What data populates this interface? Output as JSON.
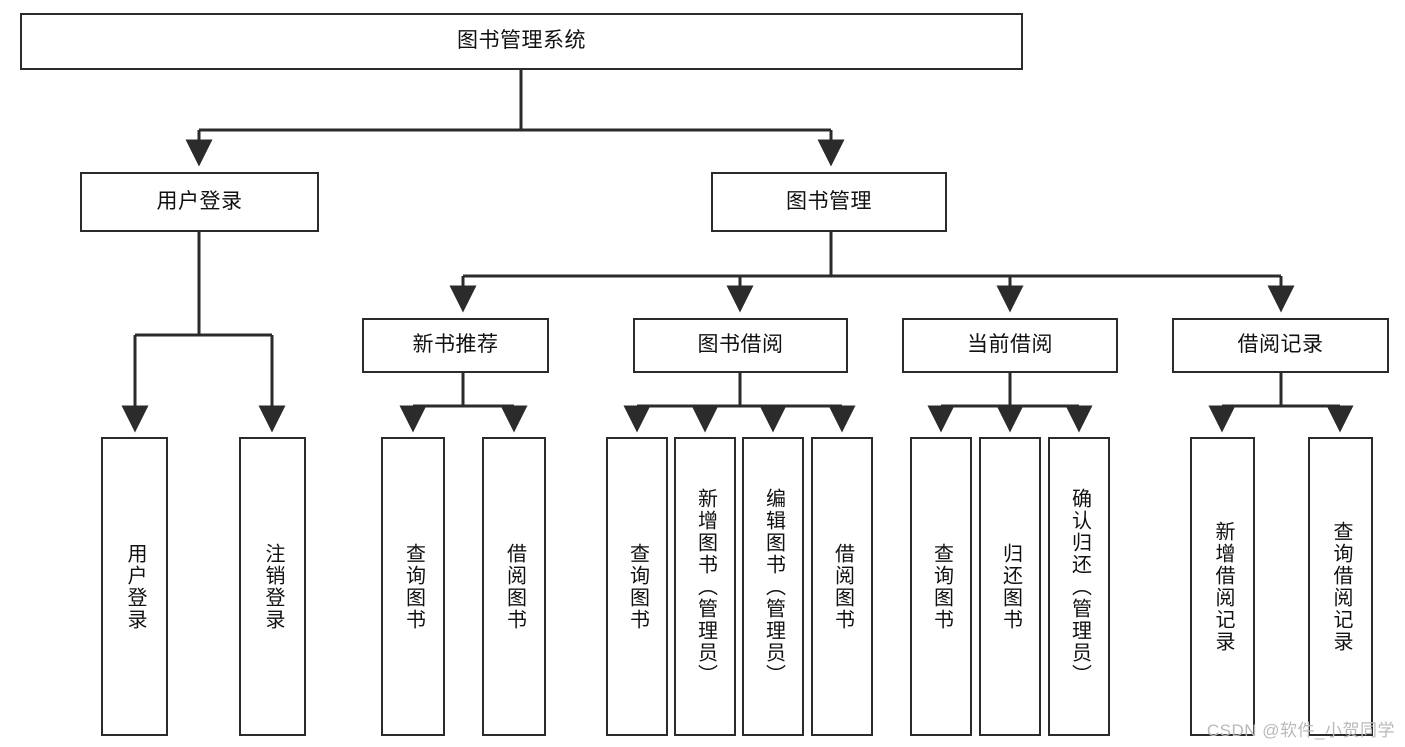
{
  "diagram": {
    "title": "图书管理系统",
    "type": "功能结构图",
    "background_color": "#ffffff",
    "line_color": "#2b2b2b",
    "box_border_color": "#2b2b2b",
    "text_color": "#111111"
  },
  "nodes": {
    "root": {
      "label": "图书管理系统"
    },
    "level2": [
      {
        "id": "user-login",
        "label": "用户登录"
      },
      {
        "id": "book-manage",
        "label": "图书管理"
      }
    ],
    "level3": [
      {
        "id": "new-book-recommend",
        "label": "新书推荐"
      },
      {
        "id": "book-borrow",
        "label": "图书借阅"
      },
      {
        "id": "current-borrow",
        "label": "当前借阅"
      },
      {
        "id": "borrow-record",
        "label": "借阅记录"
      }
    ],
    "leaves": [
      {
        "id": "leaf-user-login",
        "label": "用户登录",
        "parent": "user-login"
      },
      {
        "id": "leaf-logout-login",
        "label": "注销登录",
        "parent": "user-login"
      },
      {
        "id": "leaf-query-book-1",
        "label": "查询图书",
        "parent": "new-book-recommend"
      },
      {
        "id": "leaf-borrow-book-1",
        "label": "借阅图书",
        "parent": "new-book-recommend"
      },
      {
        "id": "leaf-query-book-2",
        "label": "查询图书",
        "parent": "book-borrow"
      },
      {
        "id": "leaf-add-book",
        "label": "新增图书（管理员）",
        "parent": "book-borrow"
      },
      {
        "id": "leaf-edit-book",
        "label": "编辑图书（管理员）",
        "parent": "book-borrow"
      },
      {
        "id": "leaf-borrow-book-2",
        "label": "借阅图书",
        "parent": "book-borrow"
      },
      {
        "id": "leaf-query-book-3",
        "label": "查询图书",
        "parent": "current-borrow"
      },
      {
        "id": "leaf-return-book",
        "label": "归还图书",
        "parent": "current-borrow"
      },
      {
        "id": "leaf-confirm-return",
        "label": "确认归还（管理员）",
        "parent": "current-borrow"
      },
      {
        "id": "leaf-add-record",
        "label": "新增借阅记录",
        "parent": "borrow-record"
      },
      {
        "id": "leaf-query-record",
        "label": "查询借阅记录",
        "parent": "borrow-record"
      }
    ]
  },
  "watermark": {
    "text": "CSDN @软件_小贺同学"
  }
}
